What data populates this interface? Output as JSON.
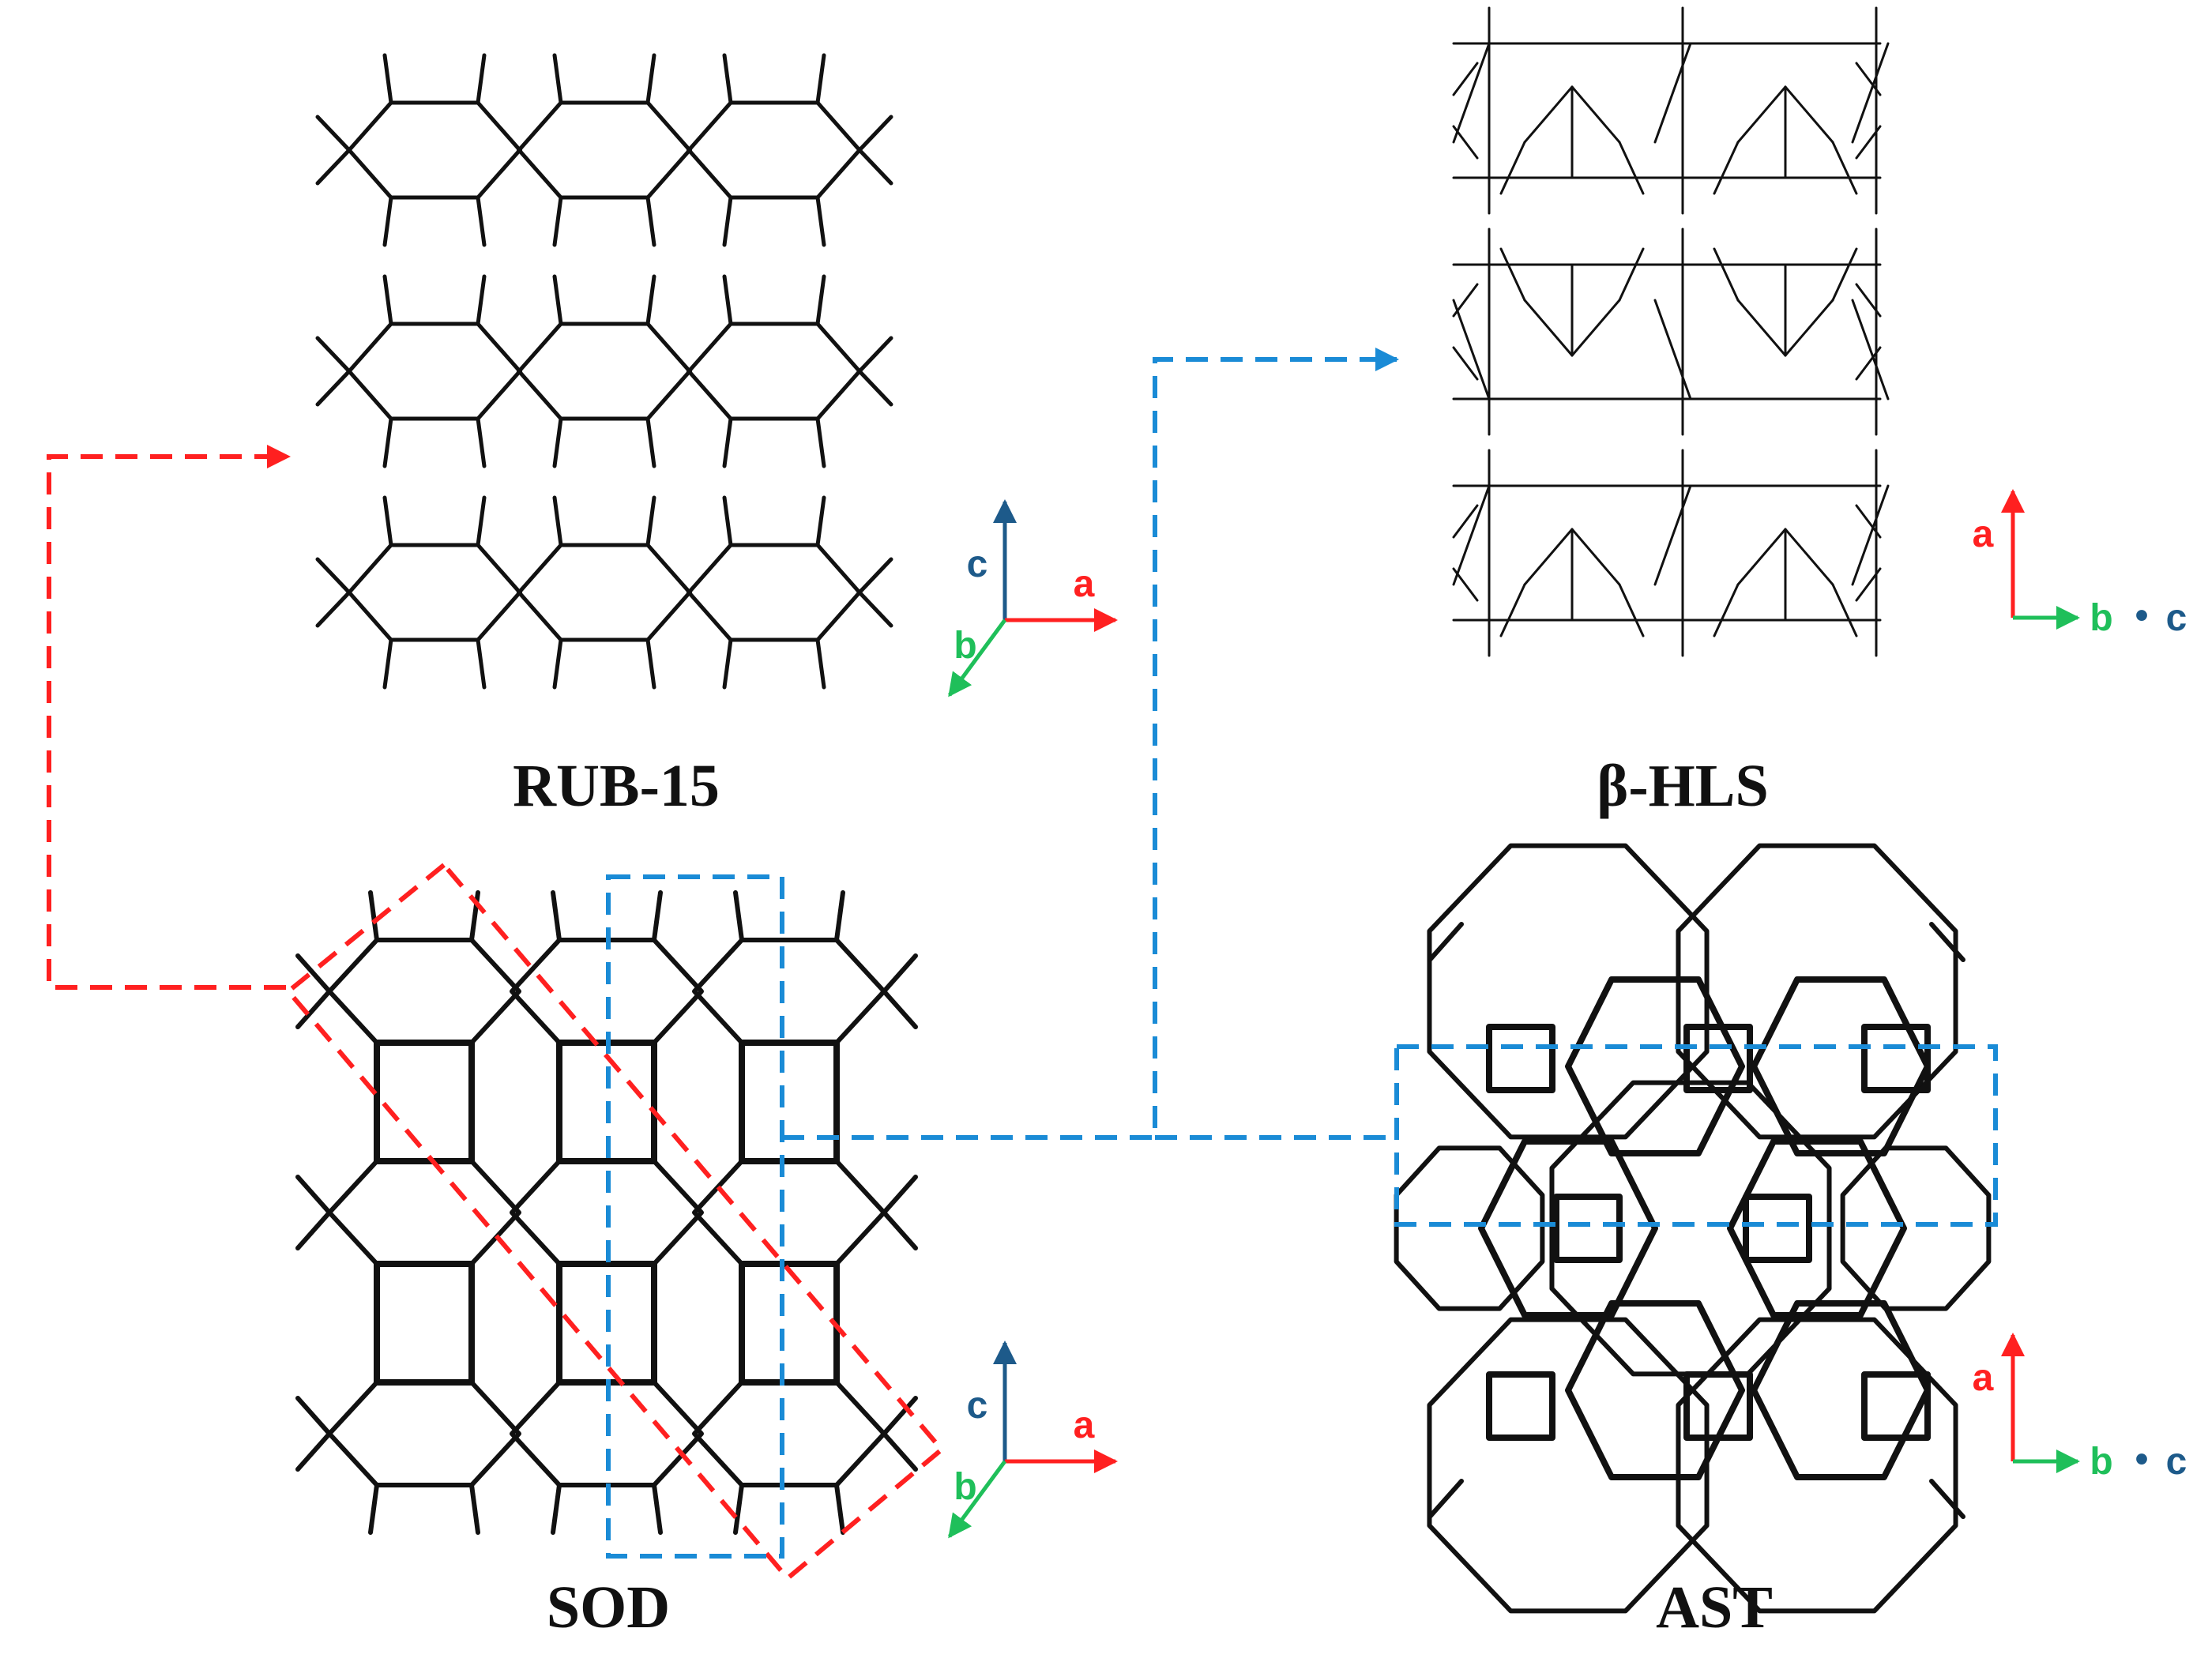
{
  "frameworks": {
    "rub15": {
      "label": "RUB-15"
    },
    "sod": {
      "label": "SOD"
    },
    "hls": {
      "label": "β-HLS"
    },
    "ast": {
      "label": "AST"
    }
  },
  "axes": {
    "a": "a",
    "b": "b",
    "c": "c",
    "dot": "•"
  },
  "colors": {
    "red": "#ff2020",
    "blue": "#1a8bd6",
    "green": "#1fbf5a",
    "navy": "#1d5a8a",
    "stroke": "#111111"
  },
  "icons": {
    "axis_triad_3d": "axis-triad-3d-icon",
    "axis_triad_2d": "axis-triad-2d-icon"
  }
}
